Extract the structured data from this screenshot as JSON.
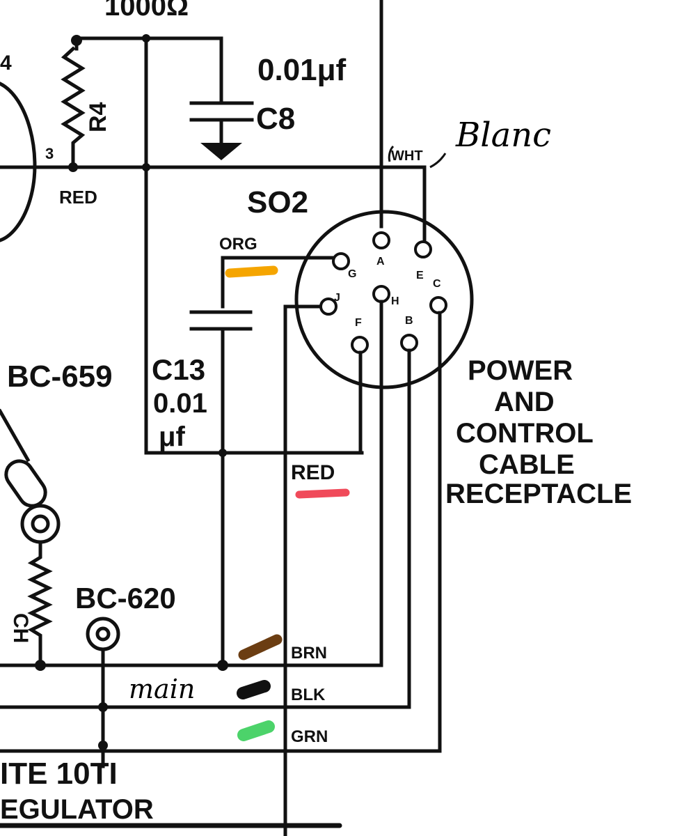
{
  "labels": {
    "r4_value": "1000Ω",
    "r4_name": "R4",
    "pin_left": "4",
    "pin_3": "3",
    "red_top": "RED",
    "c8_value": "0.01μf",
    "c8_name": "C8",
    "wht": "WHT",
    "so2": "SO2",
    "org": "ORG",
    "bc659": "BC-659",
    "c13_name": "C13",
    "c13_value_1": "0.01",
    "c13_value_2": "μf",
    "red_mid": "RED",
    "power_1": "POWER",
    "power_2": "AND",
    "power_3": "CONTROL",
    "power_4": "CABLE",
    "power_5": "RECEPTACLE",
    "bc620": "BC-620",
    "brn": "BRN",
    "blk": "BLK",
    "grn": "GRN",
    "rheo": "ITE 10TI",
    "regulator": "EGULATOR",
    "side_mark": "CH",
    "pin_a": "A",
    "pin_b": "B",
    "pin_c": "C",
    "pin_e": "E",
    "pin_f": "F",
    "pin_g": "G",
    "pin_h": "H",
    "pin_j": "J"
  },
  "annotations": {
    "blanc": "Blanc",
    "main": "main"
  },
  "colors": {
    "orange": "#f5a500",
    "red": "#f04a5a",
    "brown": "#6b3d12",
    "black": "#111111",
    "green": "#4cd36a"
  }
}
